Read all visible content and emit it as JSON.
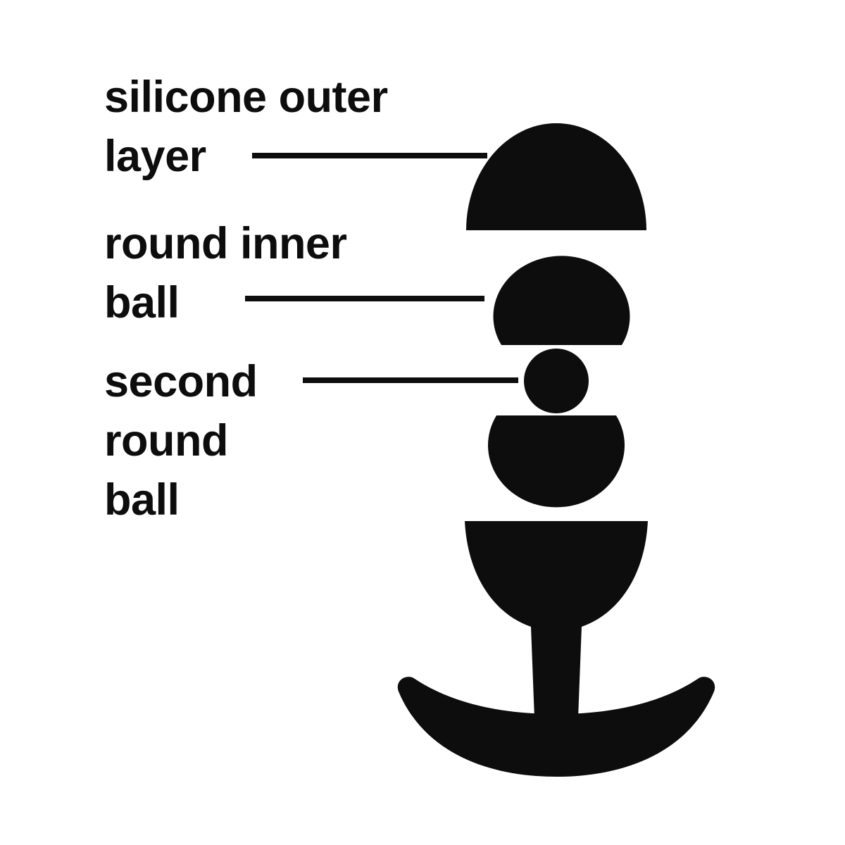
{
  "diagram": {
    "background_color": "#ffffff",
    "ink_color": "#0d0d0d",
    "labels": {
      "silicone_outer_layer": {
        "line1": "silicone outer",
        "line2": "layer"
      },
      "round_inner_ball": {
        "line1": "round inner",
        "line2": "ball"
      },
      "second_round_ball": {
        "line1": "second",
        "line2": "round",
        "line3": "ball"
      }
    },
    "shapes": [
      {
        "name": "outer-dome-shape",
        "meaning": "silicone outer layer dome silhouette"
      },
      {
        "name": "inner-ball-shape",
        "meaning": "round inner ball silhouette"
      },
      {
        "name": "second-ball-shape",
        "meaning": "second round ball silhouette"
      },
      {
        "name": "lower-half-ball-shape",
        "meaning": "lower rounded body half silhouette"
      },
      {
        "name": "plug-base-shape",
        "meaning": "stem and flared anchor base silhouette"
      }
    ]
  }
}
